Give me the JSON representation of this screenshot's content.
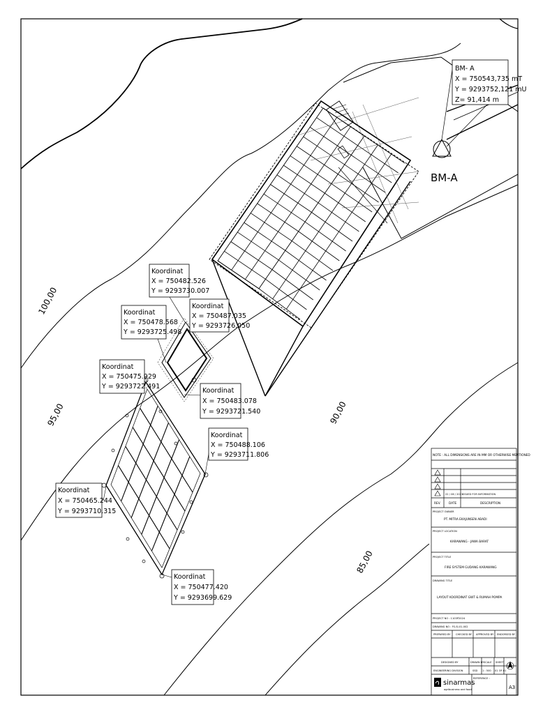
{
  "benchmark": {
    "title": "BM- A",
    "x": "X = 750543,735 mT",
    "y": "Y = 9293752,121 mU",
    "z": "Z= 91,414 m",
    "label": "BM-A"
  },
  "contours": [
    "100,00",
    "95,00",
    "90,00",
    "85,00"
  ],
  "coordinate_callouts": [
    {
      "title": "Koordinat",
      "x": "X = 750482.526",
      "y": "Y = 9293730.007"
    },
    {
      "title": "Koordinat",
      "x": "X = 750478.568",
      "y": "Y = 9293725.498"
    },
    {
      "title": "Koordinat",
      "x": "X = 750487.035",
      "y": "Y = 9293726.050"
    },
    {
      "title": "Koordinat",
      "x": "X = 750475.929",
      "y": "Y = 9293722.491"
    },
    {
      "title": "Koordinat",
      "x": "X = 750483.078",
      "y": "Y = 9293721.540"
    },
    {
      "title": "Koordinat",
      "x": "X = 750488.106",
      "y": "Y = 9293711.806"
    },
    {
      "title": "Koordinat",
      "x": "X = 750465.244",
      "y": "Y = 9293710.315"
    },
    {
      "title": "Koordinat",
      "x": "X = 750477.420",
      "y": "Y = 9293699.629"
    }
  ],
  "title_block": {
    "note": "NOTE : ALL DIMENSIONS ARE IN MM OR OTHERWISE MENTIONED",
    "rev_date": "22 / 06 / 2021",
    "rev_desc": "ISSUED FOR INFORMATION",
    "col_rev": "REV.",
    "col_date": "DATE",
    "col_desc": "DESCRIPTION",
    "owner_label": "PROJECT OWNER",
    "owner_value": "PT. MITRA EKAJUNSEN ABADI",
    "location_label": "PROJECT LOCATION",
    "location_value": "KARAWANG - JAWA BARAT",
    "title_label": "PROJECT TITLE",
    "title_value": "FIRE SYSTEM GUDANG KARAWANG",
    "drawing_label": "DRAWING TITLE",
    "drawing_value": "LAYOUT KOORDINAT GWT & RUMAH POMPA",
    "project_no": "PROJECT NO : 1103P2024",
    "drawing_no": "DRAWING NO : FS-SI-01-002",
    "prepared": "PREPARED BY",
    "checked": "CHECKED BY",
    "approved": "APPROVED BY",
    "endorsed": "ENDORSED BY",
    "designed": "DESIGNED BY",
    "designer": "ENGINEERING DIVISION",
    "drawn": "DRAWN BY",
    "drawn_val": "SSD",
    "scale": "SCALE",
    "scale_val": "1 : 500",
    "sheet": "SHEET",
    "sheet_val": "01 OF 01",
    "reference": "REFERENCE :",
    "company": "sinarmas",
    "tagline": "agribusiness and food",
    "paper": "A3"
  }
}
